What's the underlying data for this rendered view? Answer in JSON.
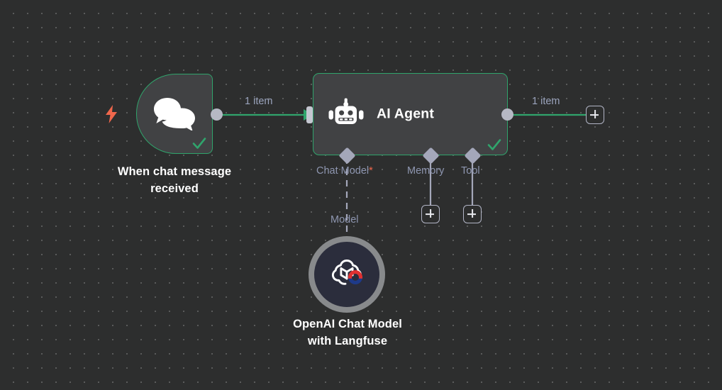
{
  "canvas": {
    "background_color": "#2d2e2e",
    "grid_dot_color": "#5a5b5b",
    "accent_success": "#30a46c",
    "accent_warning": "#f0674c",
    "label_color": "#9ba4bd"
  },
  "nodes": {
    "trigger": {
      "caption": "When chat message\nreceived",
      "icon": "chat-bubbles-icon",
      "status": "success",
      "border_color": "#30a46c"
    },
    "agent": {
      "title": "AI Agent",
      "icon": "robot-icon",
      "status": "success",
      "border_color": "#30a46c",
      "sub_connectors": [
        {
          "label": "Chat Model",
          "required": "*",
          "connected": true
        },
        {
          "label": "Memory",
          "required": "",
          "connected": false
        },
        {
          "label": "Tool",
          "required": "",
          "connected": false
        }
      ]
    },
    "model": {
      "caption": "OpenAI Chat Model\nwith Langfuse",
      "icon": "openai-langfuse-icon",
      "ring_color": "#888a8c",
      "fill_color": "#2b2d3c"
    }
  },
  "edges": {
    "trigger_to_agent_label": "1 item",
    "agent_to_next_label": "1 item",
    "model_link_label": "Model"
  },
  "buttons": {
    "add_output": "+",
    "add_memory": "+",
    "add_tool": "+"
  }
}
